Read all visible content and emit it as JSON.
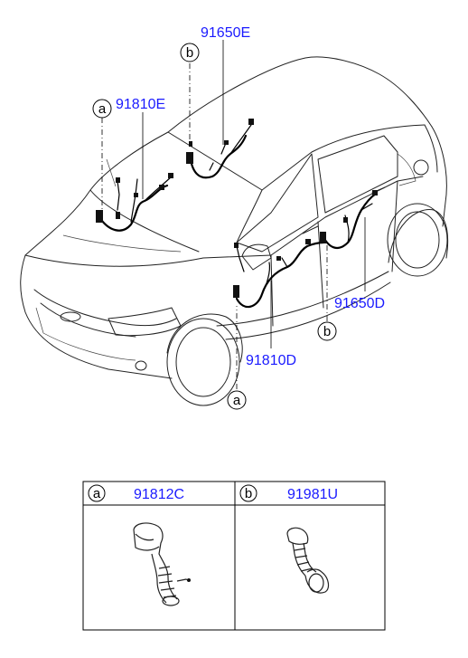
{
  "callouts": {
    "a": "a",
    "b": "b"
  },
  "parts": {
    "front_door_harness": "91810E",
    "rear_door_harness": "91650E",
    "front_door_harness_right": "91810D",
    "rear_door_harness_right": "91650D"
  },
  "table": {
    "cell_a": {
      "letter": "a",
      "part": "91812C",
      "icon": "grommet-icon"
    },
    "cell_b": {
      "letter": "b",
      "part": "91981U",
      "icon": "grommet-icon"
    }
  },
  "colors": {
    "part_label": "#1a1aff",
    "line": "#000000"
  }
}
